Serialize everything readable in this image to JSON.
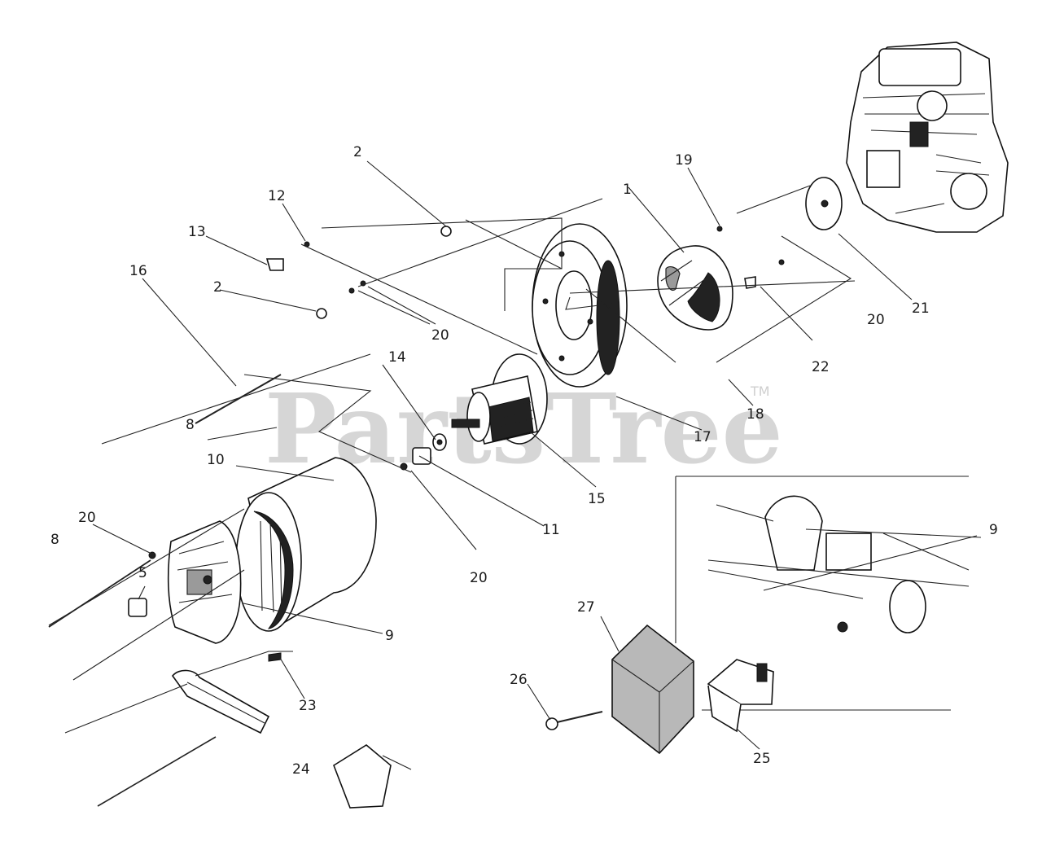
{
  "watermark": {
    "text": "PartsTree",
    "trademark": "TM"
  },
  "callouts": {
    "c1": "1",
    "c2a": "2",
    "c2b": "2",
    "c5": "5",
    "c8a": "8",
    "c8b": "8",
    "c9a": "9",
    "c9b": "9",
    "c10": "10",
    "c11": "11",
    "c12": "12",
    "c13": "13",
    "c14": "14",
    "c15": "15",
    "c16": "16",
    "c17": "17",
    "c18": "18",
    "c19": "19",
    "c20a": "20",
    "c20b": "20",
    "c20c": "20",
    "c20d": "20",
    "c21": "21",
    "c22": "22",
    "c23": "23",
    "c24": "24",
    "c25": "25",
    "c26": "26",
    "c27": "27"
  }
}
